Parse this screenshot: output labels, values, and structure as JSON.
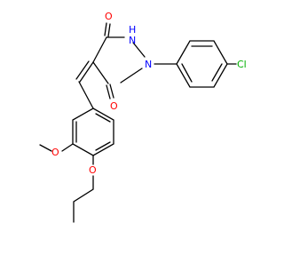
{
  "molecule": {
    "atoms": {
      "o_carbonyl_top": "O",
      "nh": "H",
      "n1": "N",
      "n1_label": "N",
      "o_carbonyl_bottom": "O",
      "cl": "Cl",
      "o_methoxy": "O",
      "o_ethoxy": "O"
    },
    "colors": {
      "bond": "#000000",
      "oxygen": "#ff0000",
      "nitrogen": "#0000ff",
      "chlorine": "#00b000"
    }
  }
}
